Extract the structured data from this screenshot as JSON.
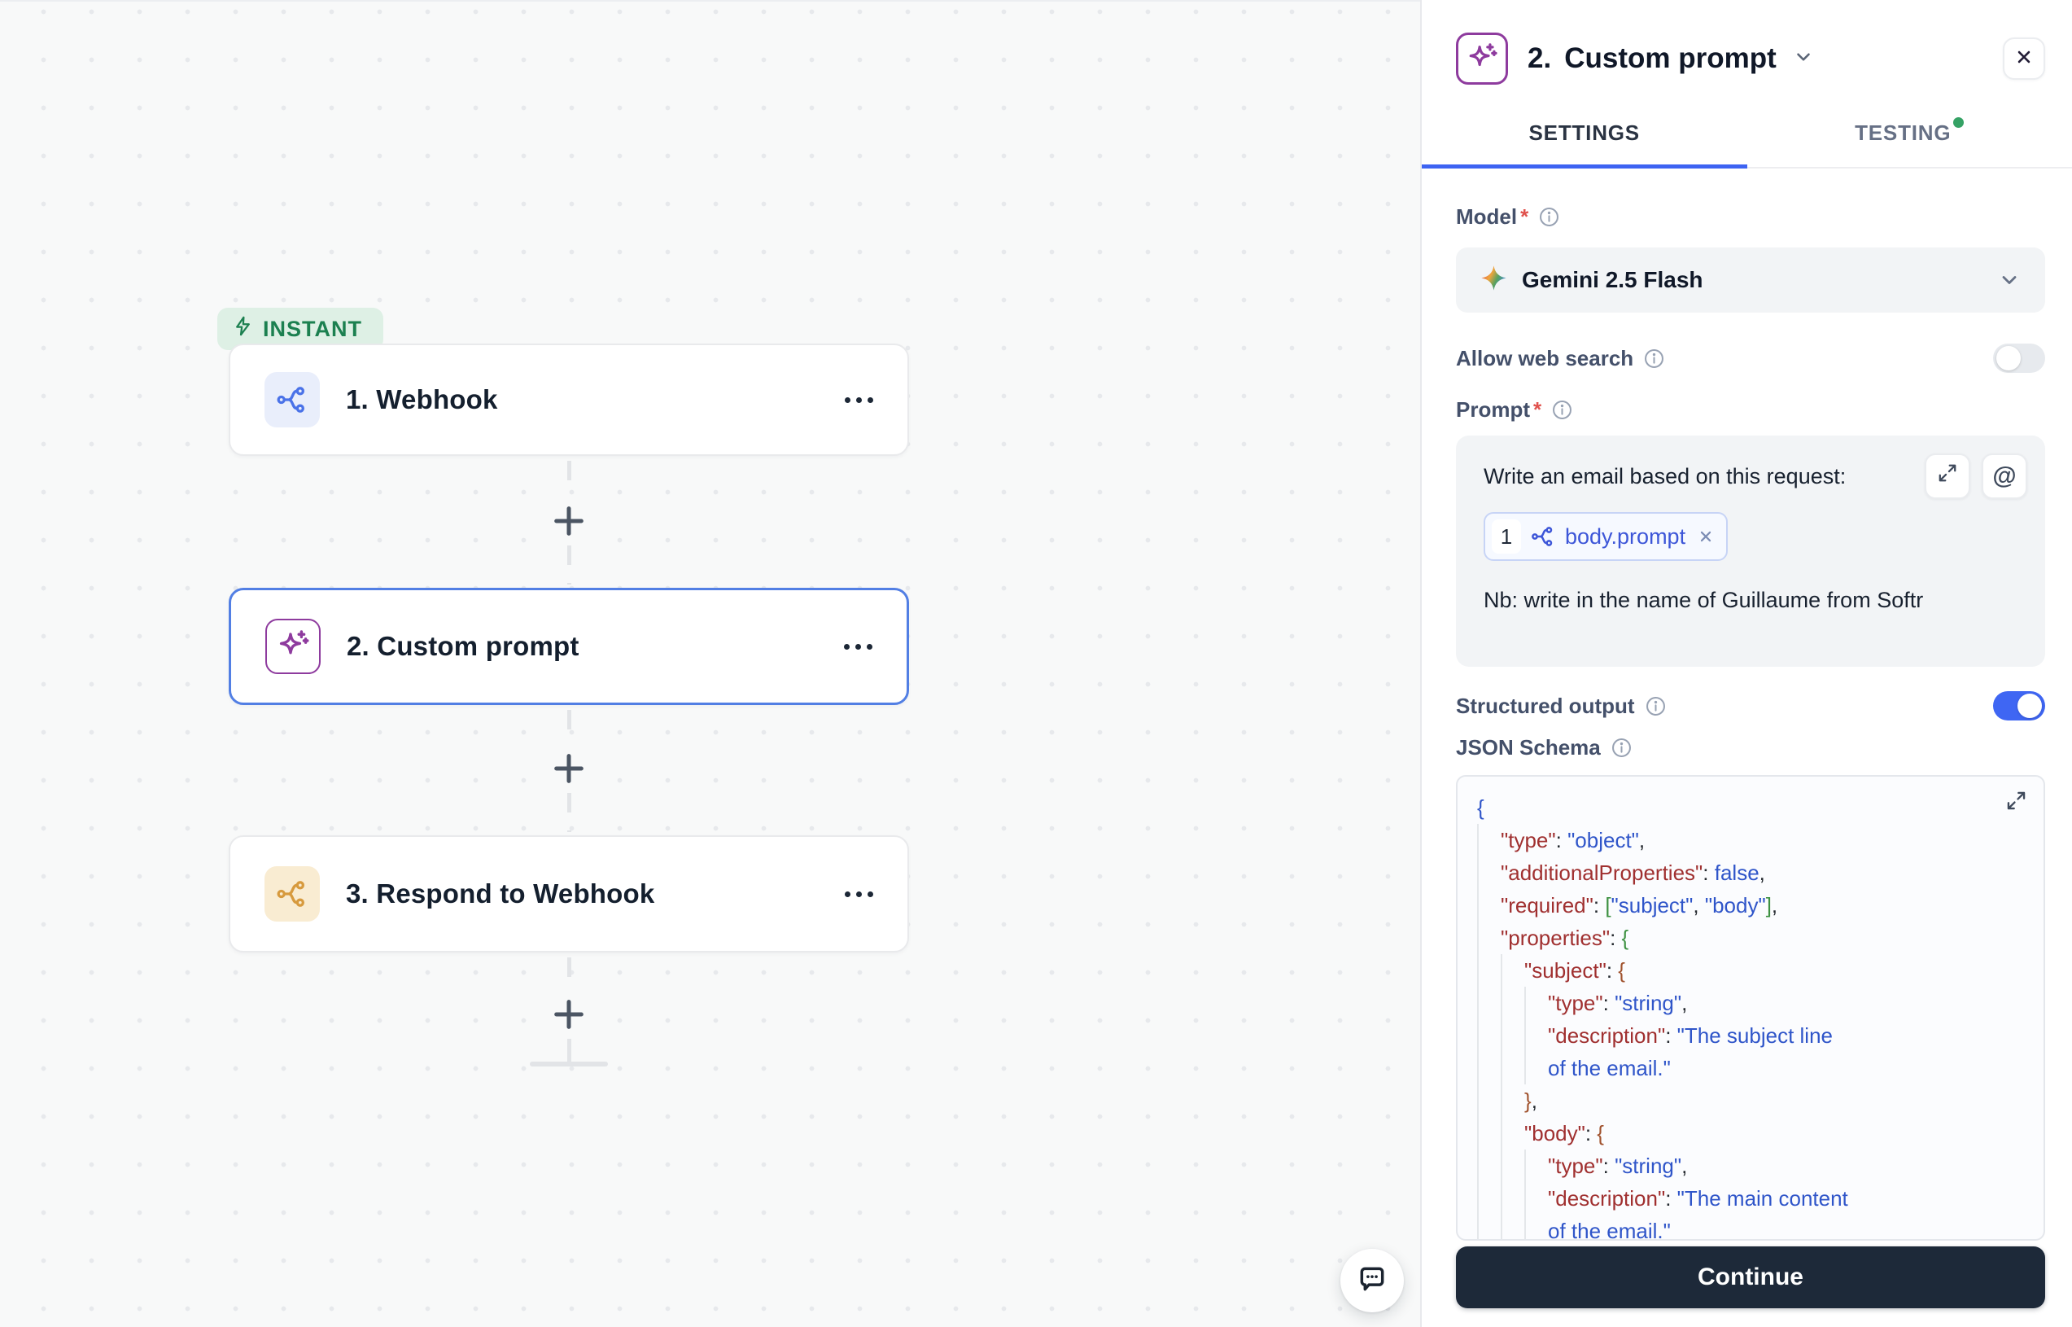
{
  "canvas": {
    "badge": "INSTANT",
    "nodes": [
      {
        "title": "1. Webhook",
        "icon": "webhook-icon",
        "selected": false
      },
      {
        "title": "2. Custom prompt",
        "icon": "sparkle-icon",
        "selected": true
      },
      {
        "title": "3. Respond to Webhook",
        "icon": "webhook-icon",
        "selected": false
      }
    ]
  },
  "panel": {
    "step_number": "2.",
    "step_name": "Custom prompt",
    "tabs": [
      {
        "label": "SETTINGS",
        "active": true
      },
      {
        "label": "TESTING",
        "active": false,
        "has_notification_dot": true
      }
    ],
    "model": {
      "label": "Model",
      "required_mark": "*",
      "value": "Gemini 2.5 Flash"
    },
    "web_search": {
      "label": "Allow web search",
      "enabled": false
    },
    "prompt": {
      "label": "Prompt",
      "required_mark": "*",
      "text_before": "Write an email based on this request:",
      "variable_chip": {
        "index": "1",
        "label": "body.prompt"
      },
      "text_after": "Nb: write in the name of Guillaume from Softr"
    },
    "structured_output": {
      "label": "Structured output",
      "enabled": true
    },
    "json_schema": {
      "label": "JSON Schema",
      "lines": [
        {
          "d": 0,
          "s": [
            [
              "{",
              "bl"
            ]
          ]
        },
        {
          "d": 1,
          "s": [
            [
              "\"type\"",
              "k"
            ],
            [
              ": ",
              "p"
            ],
            [
              "\"object\"",
              "s"
            ],
            [
              ",",
              "p"
            ]
          ]
        },
        {
          "d": 1,
          "s": [
            [
              "\"additionalProperties\"",
              "k"
            ],
            [
              ": ",
              "p"
            ],
            [
              "false",
              "b"
            ],
            [
              ",",
              "p"
            ]
          ]
        },
        {
          "d": 1,
          "s": [
            [
              "\"required\"",
              "k"
            ],
            [
              ": ",
              "p"
            ],
            [
              "[",
              "g"
            ],
            [
              "\"subject\"",
              "s"
            ],
            [
              ", ",
              "p"
            ],
            [
              "\"body\"",
              "s"
            ],
            [
              "]",
              "g"
            ],
            [
              ",",
              "p"
            ]
          ]
        },
        {
          "d": 1,
          "s": [
            [
              "\"properties\"",
              "k"
            ],
            [
              ": ",
              "p"
            ],
            [
              "{",
              "g"
            ]
          ]
        },
        {
          "d": 2,
          "s": [
            [
              "\"subject\"",
              "k"
            ],
            [
              ": ",
              "p"
            ],
            [
              "{",
              "o"
            ]
          ]
        },
        {
          "d": 3,
          "s": [
            [
              "\"type\"",
              "k"
            ],
            [
              ": ",
              "p"
            ],
            [
              "\"string\"",
              "s"
            ],
            [
              ",",
              "p"
            ]
          ]
        },
        {
          "d": 3,
          "s": [
            [
              "\"description\"",
              "k"
            ],
            [
              ": ",
              "p"
            ],
            [
              "\"The subject line",
              "s"
            ]
          ]
        },
        {
          "d": 3,
          "s": [
            [
              "of the email.\"",
              "s"
            ]
          ]
        },
        {
          "d": 2,
          "s": [
            [
              "}",
              "o"
            ],
            [
              ",",
              "p"
            ]
          ]
        },
        {
          "d": 2,
          "s": [
            [
              "\"body\"",
              "k"
            ],
            [
              ": ",
              "p"
            ],
            [
              "{",
              "o"
            ]
          ]
        },
        {
          "d": 3,
          "s": [
            [
              "\"type\"",
              "k"
            ],
            [
              ": ",
              "p"
            ],
            [
              "\"string\"",
              "s"
            ],
            [
              ",",
              "p"
            ]
          ]
        },
        {
          "d": 3,
          "s": [
            [
              "\"description\"",
              "k"
            ],
            [
              ": ",
              "p"
            ],
            [
              "\"The main content",
              "s"
            ]
          ]
        },
        {
          "d": 3,
          "s": [
            [
              "of the email.\"",
              "s"
            ]
          ]
        }
      ]
    },
    "continue_label": "Continue"
  },
  "colors": {
    "accent_blue": "#3d63f2",
    "toggle_on": "#3f66f3",
    "selected_node_border": "#527fe4",
    "instant_green_text": "#1c8050",
    "instant_green_bg": "#def0e5",
    "testing_dot_green": "#35a265",
    "webhook_icon_blue": "#4a72e8",
    "respond_icon_amber": "#d79a3e",
    "sparkle_purple": "#8e3b9e",
    "chip_text_blue": "#3d56d8",
    "code_key": "#a03030",
    "code_string": "#2f55c9",
    "code_bracket_green": "#3d9141",
    "code_bracket_brown": "#a0522d",
    "continue_bg": "#1d2939"
  }
}
